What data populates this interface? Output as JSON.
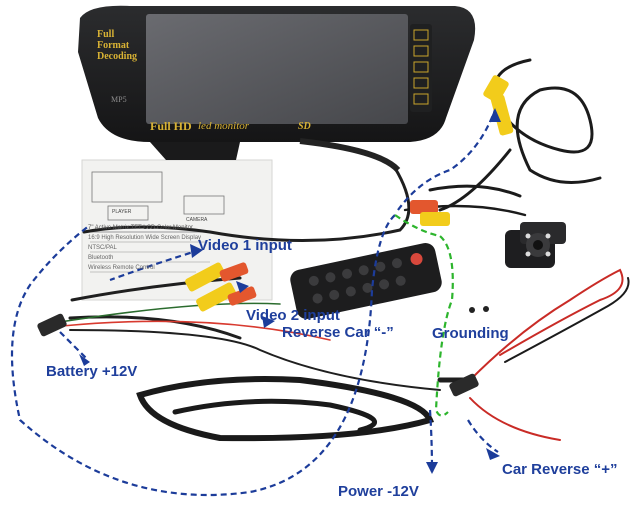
{
  "monitor": {
    "logo_lines": [
      "Full",
      "Format",
      "Decoding"
    ],
    "brand_left": "Full HD",
    "brand_right": "led monitor",
    "mp5": "MP5",
    "sd": "SD"
  },
  "callouts": {
    "video1": "Video 1 input",
    "video2": "Video 2 input",
    "reverse_neg": "Reverse Car “-”",
    "grounding": "Grounding",
    "battery": "Battery +12V",
    "power": "Power -12V",
    "car_reverse": "Car Reverse “+”"
  },
  "manual": {
    "title": "7\" Active Matrix TFT LCD Color Monitor",
    "lines": [
      "16:9 High Resolution Wide Screen Display",
      "NTSC/PAL",
      "Bluetooth",
      "Wireless Remote Control"
    ],
    "player": "PLAYER",
    "camera": "CAMERA"
  },
  "colors": {
    "callout_text": "#1f3f9c",
    "blue_dash": "#1c3c9a",
    "green_dash": "#2db52d",
    "screen": "#57585c",
    "gold_text": "#d8b234",
    "rca_yellow": "#f2cc1b",
    "rca_red": "#e3572e"
  }
}
